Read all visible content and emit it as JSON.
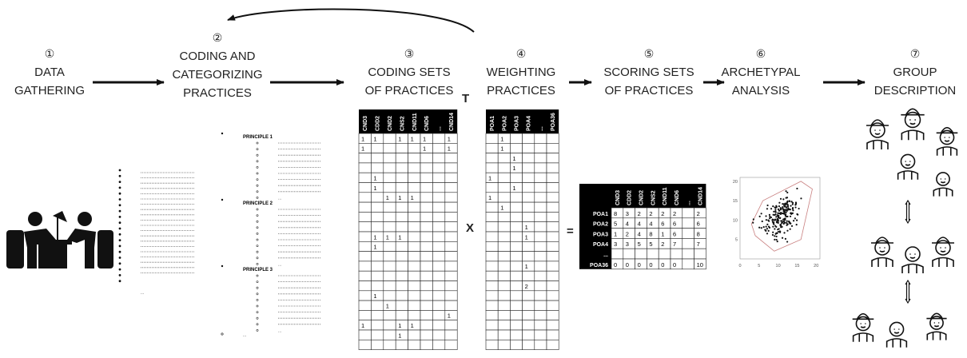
{
  "steps": [
    {
      "num": "①",
      "lines": [
        "DATA",
        "GATHERING"
      ]
    },
    {
      "num": "②",
      "lines": [
        "CODING AND",
        "CATEGORIZING",
        "PRACTICES"
      ]
    },
    {
      "num": "③",
      "lines": [
        "CODING SETS",
        "OF PRACTICES"
      ]
    },
    {
      "num": "④",
      "lines": [
        "WEIGHTING",
        "PRACTICES"
      ]
    },
    {
      "num": "⑤",
      "lines": [
        "SCORING SETS",
        "OF PRACTICES"
      ]
    },
    {
      "num": "⑥",
      "lines": [
        "ARCHETYPAL",
        "ANALYSIS"
      ]
    },
    {
      "num": "⑦",
      "lines": [
        "GROUP",
        "DESCRIPTION"
      ]
    }
  ],
  "principles": [
    "PRINCIPLE 1",
    "PRINCIPLE 2",
    "PRINCIPLE 3"
  ],
  "ellipsis": "...",
  "coding_matrix": {
    "headers": [
      "CND3",
      "CDD2",
      "CND2",
      "CNS2",
      "CND11",
      "CND6",
      "...",
      "CND14"
    ],
    "transpose_mark": "T",
    "rows": [
      [
        "1",
        "1",
        "",
        "1",
        "1",
        "1",
        "",
        "1"
      ],
      [
        "1",
        "",
        "",
        "",
        "",
        "1",
        "",
        "1"
      ],
      [
        "",
        "",
        "",
        "",
        "",
        "",
        "",
        ""
      ],
      [
        "",
        "",
        "",
        "",
        "",
        "",
        "",
        ""
      ],
      [
        "",
        "1",
        "",
        "",
        "",
        "",
        "",
        ""
      ],
      [
        "",
        "1",
        "",
        "",
        "",
        "",
        "",
        ""
      ],
      [
        "",
        "",
        "1",
        "1",
        "1",
        "",
        "",
        ""
      ],
      [
        "",
        "",
        "",
        "",
        "",
        "",
        "",
        ""
      ],
      [
        "",
        "",
        "",
        "",
        "",
        "",
        "",
        ""
      ],
      [
        "",
        "",
        "",
        "",
        "",
        "",
        "",
        ""
      ],
      [
        "",
        "1",
        "1",
        "1",
        "",
        "",
        "",
        ""
      ],
      [
        "",
        "1",
        "",
        "",
        "",
        "",
        "",
        ""
      ],
      [
        "",
        "",
        "",
        "",
        "",
        "",
        "",
        ""
      ],
      [
        "",
        "",
        "",
        "",
        "",
        "",
        "",
        ""
      ],
      [
        "",
        "",
        "",
        "",
        "",
        "",
        "",
        ""
      ],
      [
        "",
        "",
        "",
        "",
        "",
        "",
        "",
        ""
      ],
      [
        "",
        "1",
        "",
        "",
        "",
        "",
        "",
        ""
      ],
      [
        "",
        "",
        "1",
        "",
        "",
        "",
        "",
        ""
      ],
      [
        "",
        "",
        "",
        "",
        "",
        "",
        "",
        "1"
      ],
      [
        "1",
        "",
        "",
        "1",
        "1",
        "",
        "",
        ""
      ],
      [
        "",
        "",
        "",
        "1",
        "",
        "",
        "",
        ""
      ],
      [
        "",
        "",
        "",
        "",
        "",
        "",
        "",
        ""
      ]
    ]
  },
  "weight_matrix": {
    "headers": [
      "POA1",
      "POA2",
      "POA3",
      "POA4",
      "...",
      "POA36"
    ],
    "rows": [
      [
        "",
        "1",
        "",
        "",
        "",
        ""
      ],
      [
        "",
        "1",
        "",
        "",
        "",
        ""
      ],
      [
        "",
        "",
        "1",
        "",
        "",
        ""
      ],
      [
        "",
        "",
        "1",
        "",
        "",
        ""
      ],
      [
        "1",
        "",
        "",
        "",
        "",
        ""
      ],
      [
        "",
        "",
        "1",
        "",
        "",
        ""
      ],
      [
        "1",
        "",
        "",
        "",
        "",
        ""
      ],
      [
        "",
        "1",
        "",
        "",
        "",
        ""
      ],
      [
        "",
        "",
        "",
        "",
        "",
        ""
      ],
      [
        "",
        "",
        "",
        "1",
        "",
        ""
      ],
      [
        "",
        "",
        "",
        "1",
        "",
        ""
      ],
      [
        "",
        "",
        "",
        "",
        "",
        ""
      ],
      [
        "",
        "",
        "",
        "",
        "",
        ""
      ],
      [
        "",
        "",
        "",
        "1",
        "",
        ""
      ],
      [
        "",
        "",
        "",
        "",
        "",
        ""
      ],
      [
        "",
        "",
        "",
        "2",
        "",
        ""
      ],
      [
        "",
        "",
        "",
        "",
        "",
        ""
      ],
      [
        "",
        "",
        "",
        "",
        "",
        ""
      ],
      [
        "",
        "",
        "",
        "",
        "",
        ""
      ],
      [
        "",
        "",
        "",
        "",
        "",
        ""
      ],
      [
        "",
        "",
        "",
        "",
        "",
        ""
      ],
      [
        "",
        "",
        "",
        "",
        "",
        ""
      ]
    ]
  },
  "operators": {
    "times": "X",
    "equals": "="
  },
  "score_matrix": {
    "headers": [
      "CND3",
      "CDD2",
      "CND2",
      "CNS2",
      "CND11",
      "CND6",
      "...",
      "CND14"
    ],
    "rows": [
      {
        "label": "POA1",
        "values": [
          "8",
          "3",
          "2",
          "2",
          "2",
          "2",
          "",
          "2"
        ]
      },
      {
        "label": "POA2",
        "values": [
          "5",
          "4",
          "4",
          "4",
          "6",
          "6",
          "",
          "6"
        ]
      },
      {
        "label": "POA3",
        "values": [
          "1",
          "2",
          "4",
          "8",
          "1",
          "6",
          "",
          "8"
        ]
      },
      {
        "label": "POA4",
        "values": [
          "3",
          "3",
          "5",
          "5",
          "2",
          "7",
          "",
          "7"
        ]
      },
      {
        "label": "...",
        "values": [
          "",
          "",
          "",
          "",
          "",
          "",
          "",
          ""
        ]
      },
      {
        "label": "POA36",
        "values": [
          "0",
          "0",
          "0",
          "0",
          "0",
          "0",
          "",
          "10"
        ]
      }
    ]
  },
  "scatter": {
    "xticks": [
      "0",
      "5",
      "10",
      "15",
      "20"
    ],
    "yticks": [
      "5",
      "10",
      "15",
      "20"
    ]
  },
  "colors": {
    "ink": "#111111",
    "header": "#000000",
    "scatter_points": "#111111",
    "hull": "#c98080"
  }
}
